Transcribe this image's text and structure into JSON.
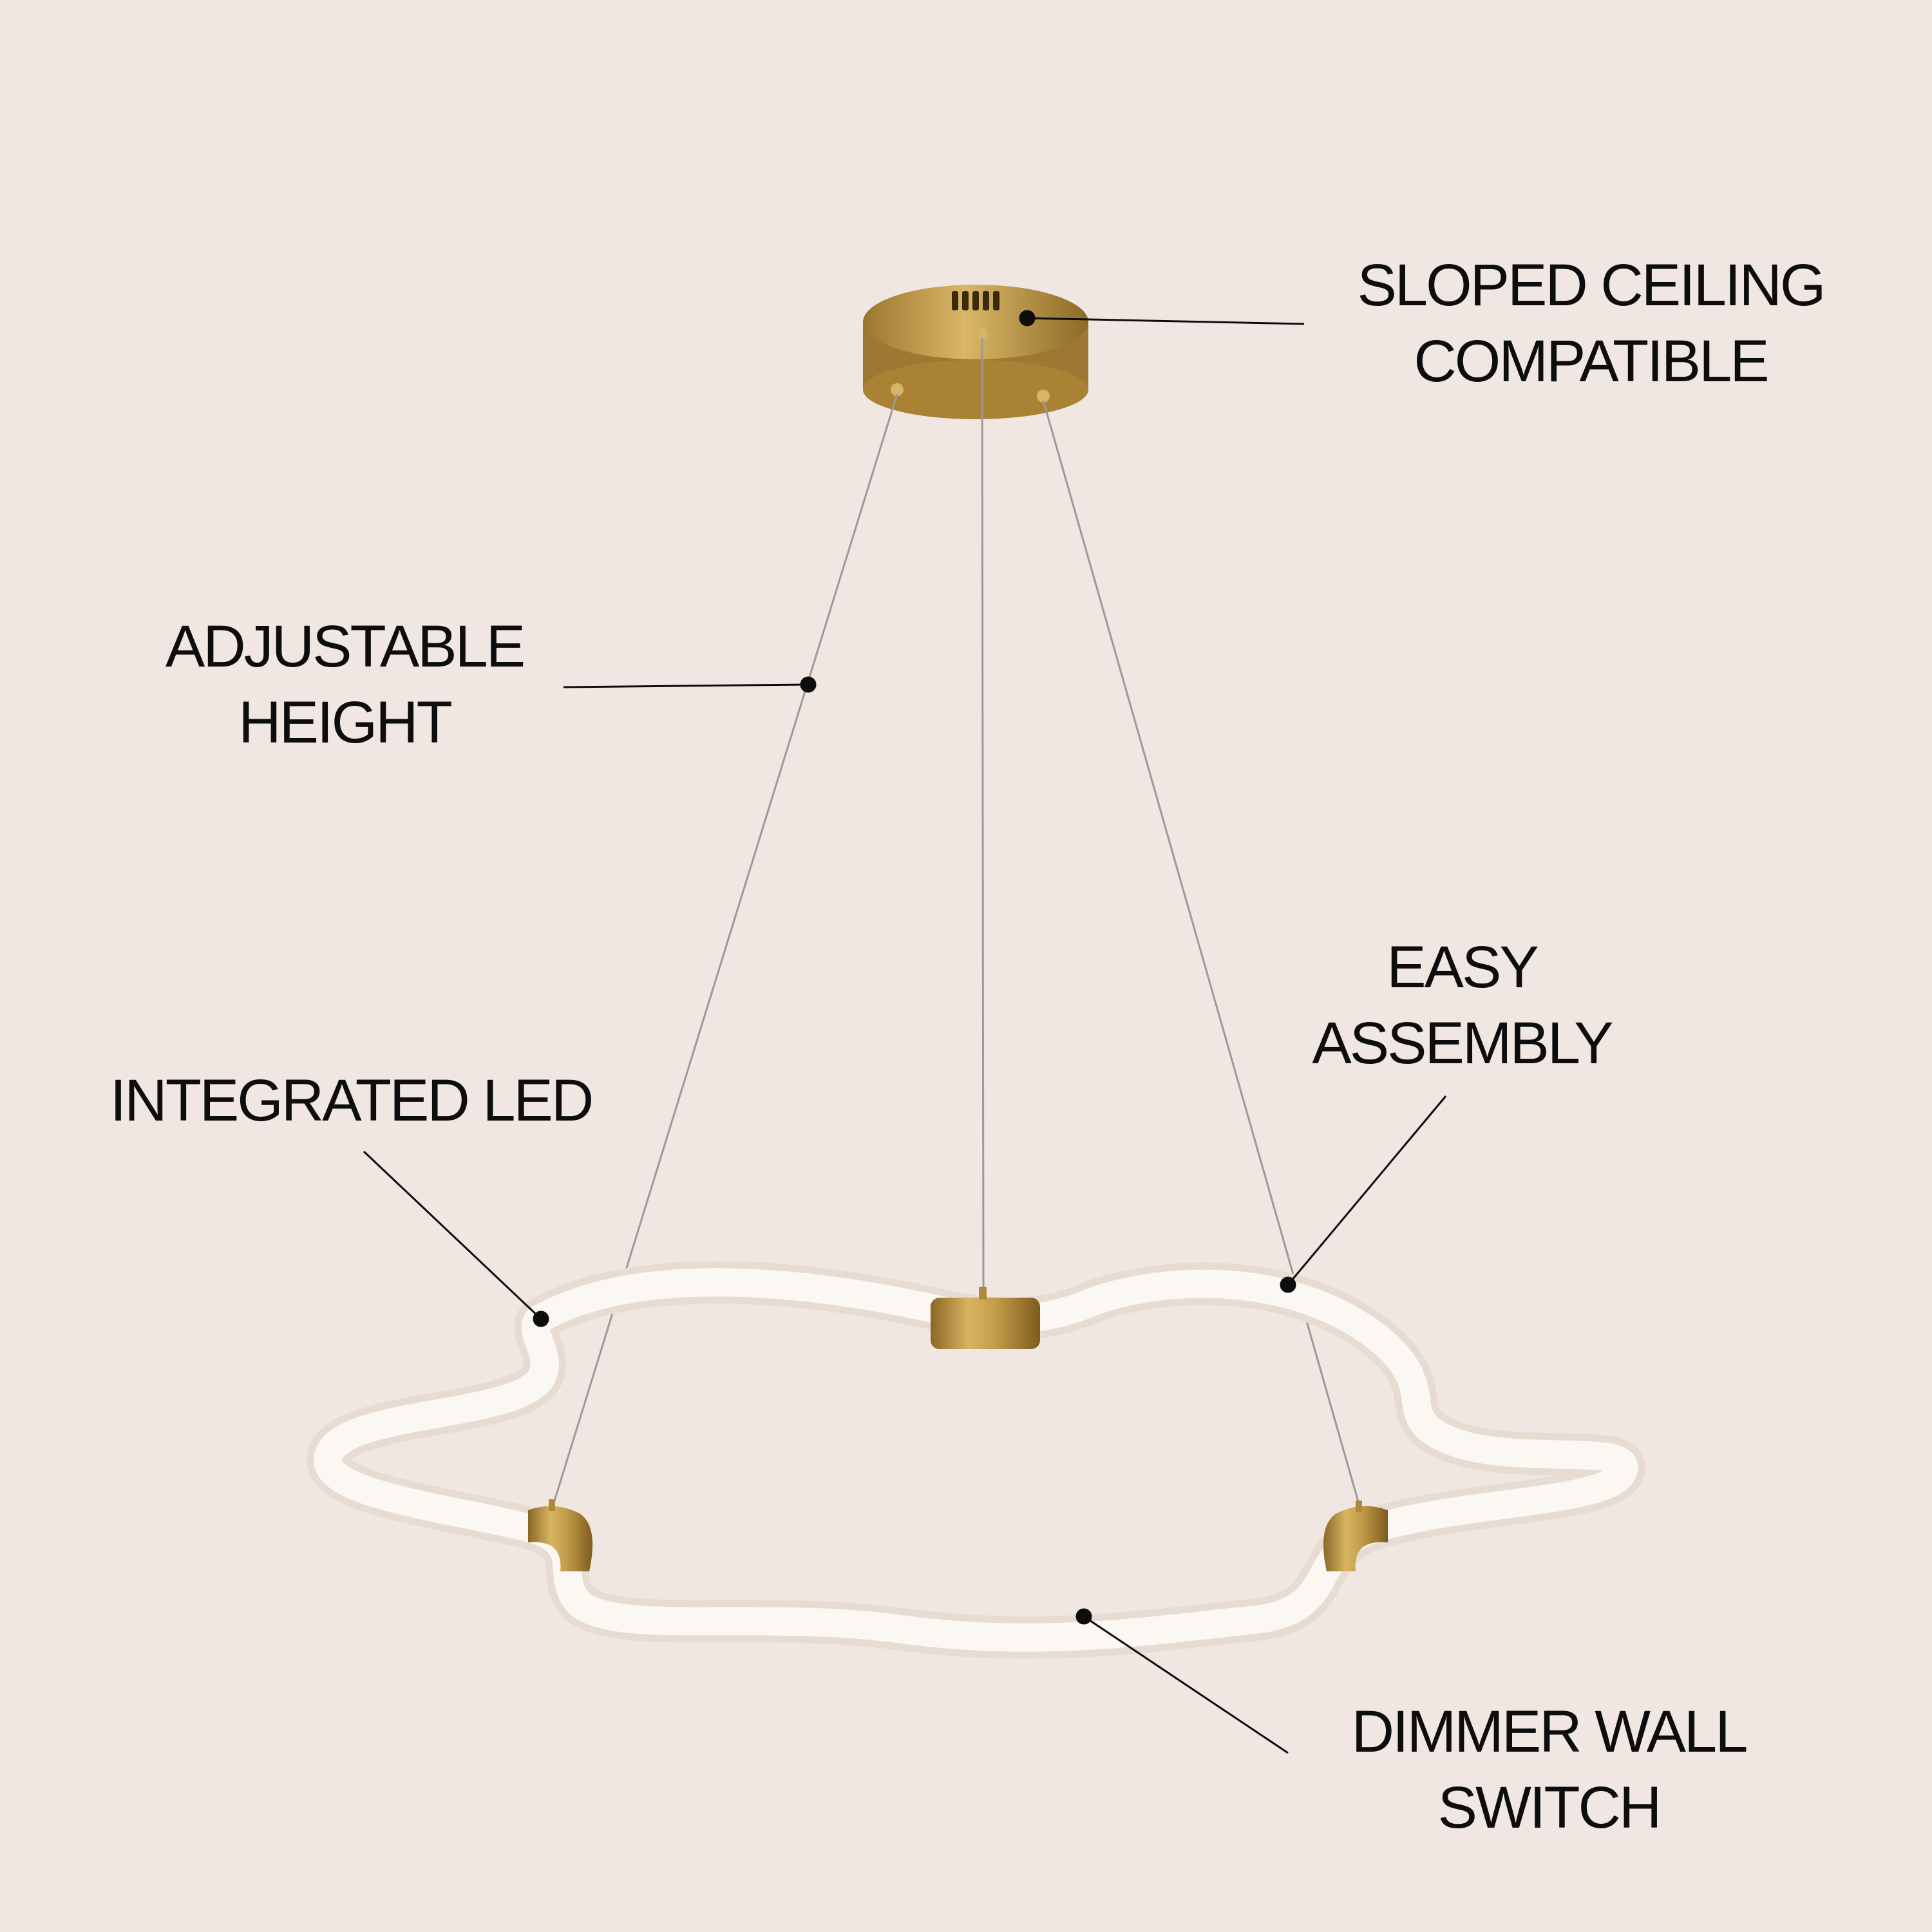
{
  "callouts": {
    "sloped_ceiling": {
      "line1": "SLOPED CEILING",
      "line2": "COMPATIBLE"
    },
    "adjustable_height": {
      "line1": "ADJUSTABLE",
      "line2": "HEIGHT"
    },
    "easy_assembly": {
      "line1": "EASY",
      "line2": "ASSEMBLY"
    },
    "integrated_led": {
      "line1": "INTEGRATED LED"
    },
    "dimmer_switch": {
      "line1": "DIMMER WALL",
      "line2": "SWITCH"
    }
  },
  "colors": {
    "background": "#f0e7e3",
    "text": "#0d0d0d",
    "brass": "#b8913f",
    "led_tube": "#fbf7f2",
    "cable": "#9a9a9a"
  }
}
